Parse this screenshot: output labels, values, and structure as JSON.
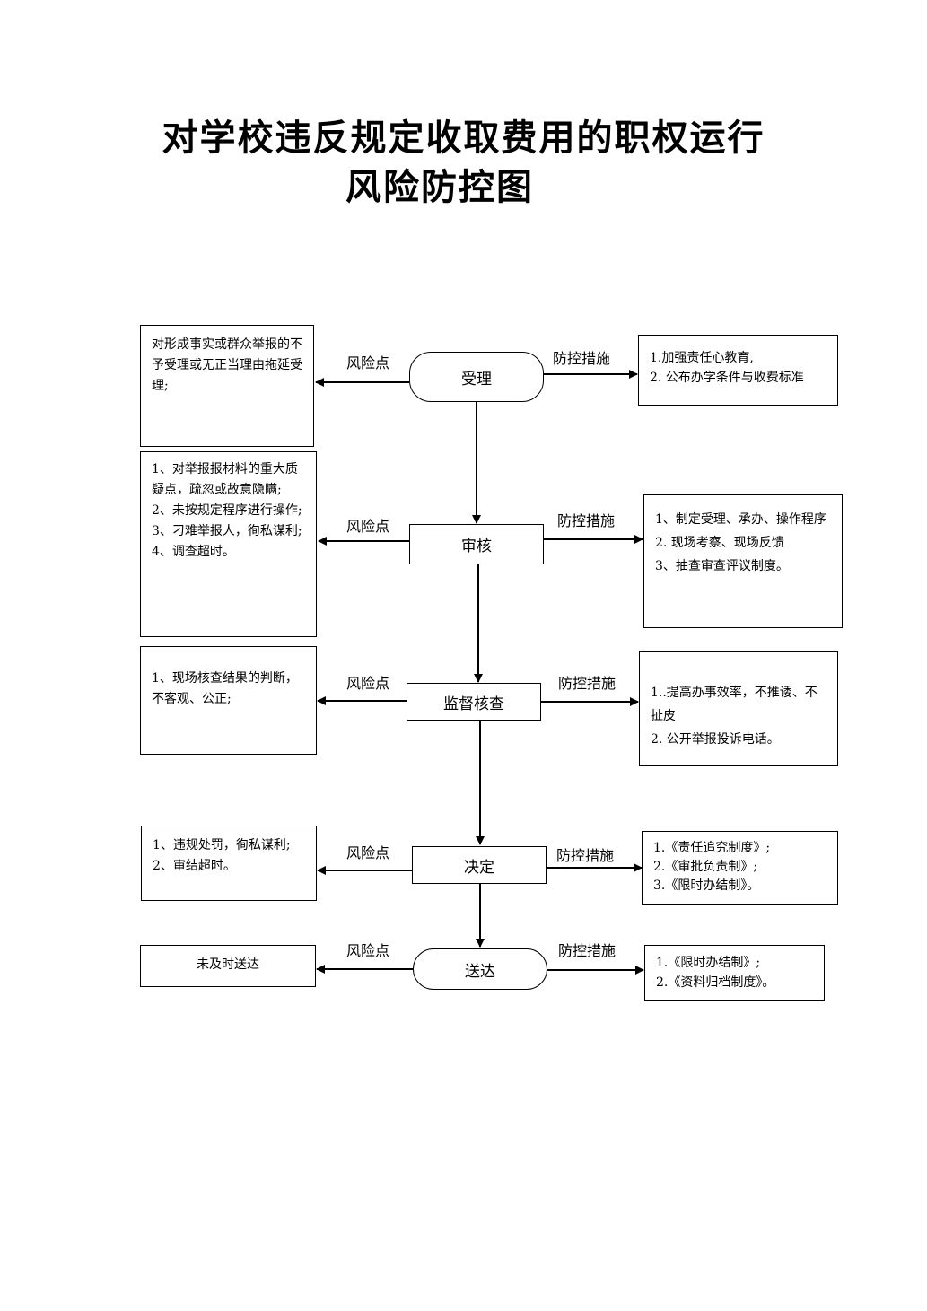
{
  "title": {
    "line1": "对学校违反规定收取费用的职权运行",
    "line2": "风险防控图"
  },
  "labels": {
    "risk": "风险点",
    "control": "防控措施"
  },
  "steps": [
    {
      "name": "受理",
      "risk": "对形成事实或群众举报的不予受理或无正当理由拖延受理;",
      "control": "1.加强责任心教育,\n2. 公布办学条件与收费标准"
    },
    {
      "name": "审核",
      "risk": "1、对举报报材料的重大质疑点，疏忽或故意隐瞒;\n2、未按规定程序进行操作;\n3、刁难举报人，徇私谋利;\n4、调查超时。",
      "control": "1、制定受理、承办、操作程序\n2. 现场考察、现场反馈\n3、抽查审查评议制度。"
    },
    {
      "name": "监督核查",
      "risk": "1、现场核查结果的判断，不客观、公正;",
      "control": "1..提高办事效率，不推诿、不扯皮\n2. 公开举报投诉电话。"
    },
    {
      "name": "决定",
      "risk": "1、违规处罚，徇私谋利;\n2、审结超时。",
      "control": "1.《责任追究制度》;\n2.《审批负责制》;\n3.《限时办结制》。"
    },
    {
      "name": "送达",
      "risk": "未及时送达",
      "control": "1.《限时办结制》;\n2.《资料归档制度》。"
    }
  ]
}
